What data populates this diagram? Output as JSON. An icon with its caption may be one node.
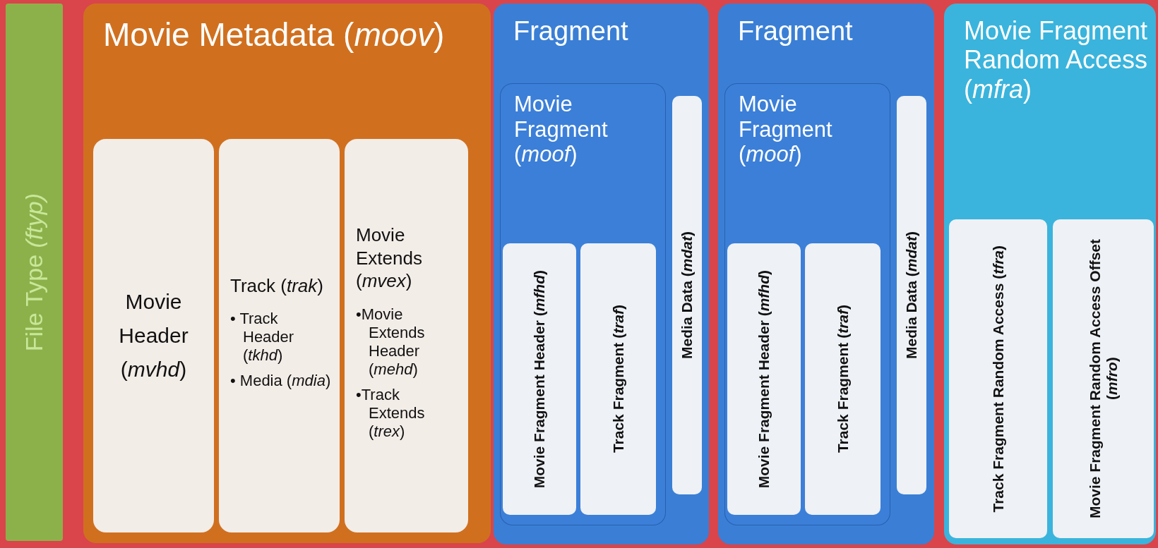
{
  "diagram": {
    "nodes": [
      {
        "text": [
          "File Type *(ftyp)*"
        ]
      },
      {
        "text": [
          "Movie Metadata (*moov*)"
        ]
      },
      {
        "text": [
          "Movie Header (*mvhd*)"
        ],
        "in": 1
      },
      {
        "text": [
          "Track (*trak*)",
          "• Track Header (*tkhd*)",
          "• Media (*mdia*)"
        ],
        "in": 1
      },
      {
        "text": [
          "Movie Extends (*mvex*)",
          "•Movie Extends Header (*mehd*)",
          "•Track Extends (*trex*)"
        ],
        "in": 1
      },
      {
        "text": [
          "Fragment"
        ]
      },
      {
        "text": [
          "Movie Fragment (*moof*)"
        ],
        "in": 5
      },
      {
        "text": [
          "Movie Fragment Header (*mfhd*)"
        ],
        "in": 6
      },
      {
        "text": [
          "Track Fragment (*traf*)"
        ],
        "in": 6
      },
      {
        "text": [
          "Media Data (*mdat*)"
        ],
        "in": 5
      },
      {
        "text": [
          "Fragment"
        ]
      },
      {
        "text": [
          "Movie Fragment (*moof*)"
        ],
        "in": 10
      },
      {
        "text": [
          "Movie Fragment Header (*mfhd*)"
        ],
        "in": 11
      },
      {
        "text": [
          "Track Fragment (*traf*)"
        ],
        "in": 11
      },
      {
        "text": [
          "Media Data (*mdat*)"
        ],
        "in": 10
      },
      {
        "text": [
          "Movie Fragment Random Access (*mfra*)"
        ]
      },
      {
        "text": [
          "Track Fragment Random Access (*tfra*)"
        ],
        "in": 15
      },
      {
        "text": [
          "Movie Fragment Random Access Offset (*mfro*)"
        ],
        "in": 15
      }
    ],
    "edges": []
  }
}
